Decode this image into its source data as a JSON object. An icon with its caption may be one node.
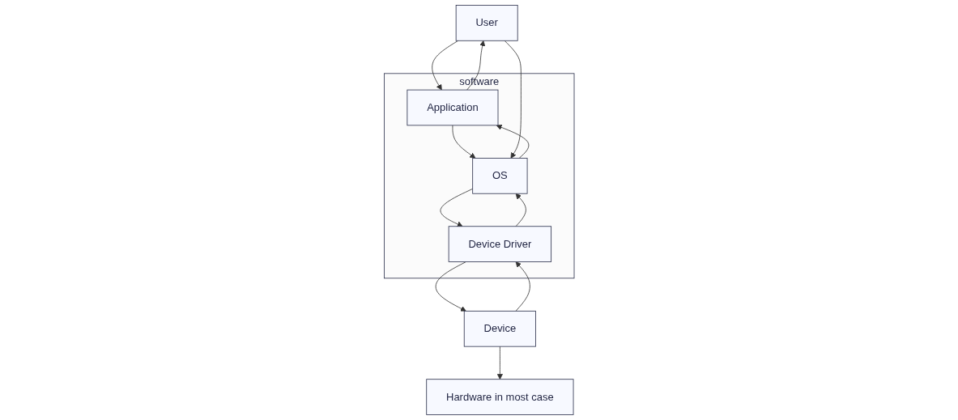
{
  "diagram": {
    "nodes": [
      {
        "text": [
          "User"
        ]
      },
      {
        "text": [
          "software"
        ]
      },
      {
        "text": [
          "Application"
        ],
        "in": 1
      },
      {
        "text": [
          "OS"
        ],
        "in": 1
      },
      {
        "text": [
          "Device Driver"
        ],
        "in": 1
      },
      {
        "text": [
          "Device"
        ]
      },
      {
        "text": [
          "Hardware in most case"
        ]
      }
    ],
    "edges": [
      {
        "from": 0,
        "to": 2,
        "arrow": "to"
      },
      {
        "from": 2,
        "to": 0,
        "arrow": "to"
      },
      {
        "from": 2,
        "to": 3,
        "arrow": "to"
      },
      {
        "from": 3,
        "to": 2,
        "arrow": "to"
      },
      {
        "from": 3,
        "to": 4,
        "arrow": "to"
      },
      {
        "from": 4,
        "to": 3,
        "arrow": "to"
      },
      {
        "from": 0,
        "to": 3,
        "arrow": "to"
      },
      {
        "from": 4,
        "to": 5,
        "arrow": "to"
      },
      {
        "from": 5,
        "to": 4,
        "arrow": "to"
      },
      {
        "from": 5,
        "to": 6,
        "arrow": "to"
      }
    ]
  }
}
